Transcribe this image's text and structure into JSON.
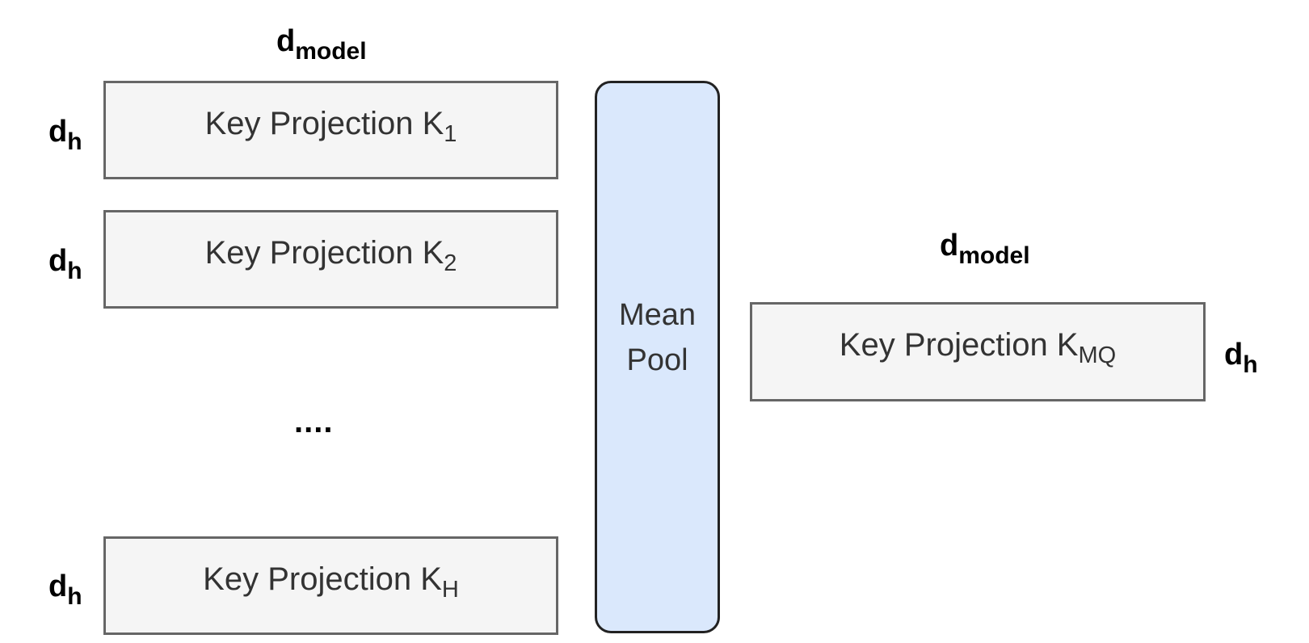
{
  "left_header": {
    "base": "d",
    "sub": "model"
  },
  "right_header": {
    "base": "d",
    "sub": "model"
  },
  "key_projections": [
    {
      "label": "Key Projection K",
      "sub": "1",
      "dim": {
        "base": "d",
        "sub": "h"
      }
    },
    {
      "label": "Key Projection K",
      "sub": "2",
      "dim": {
        "base": "d",
        "sub": "h"
      }
    },
    {
      "label": "Key Projection K",
      "sub": "H",
      "dim": {
        "base": "d",
        "sub": "h"
      }
    }
  ],
  "ellipsis": "....",
  "mean_pool": {
    "line1": "Mean",
    "line2": "Pool"
  },
  "output_projection": {
    "label": "Key Projection K",
    "sub": "MQ",
    "dim": {
      "base": "d",
      "sub": "h"
    }
  },
  "colors": {
    "box_fill": "#f5f5f5",
    "box_stroke": "#666666",
    "pool_fill": "#dae8fc",
    "pool_stroke": "#222222",
    "text": "#333333"
  }
}
